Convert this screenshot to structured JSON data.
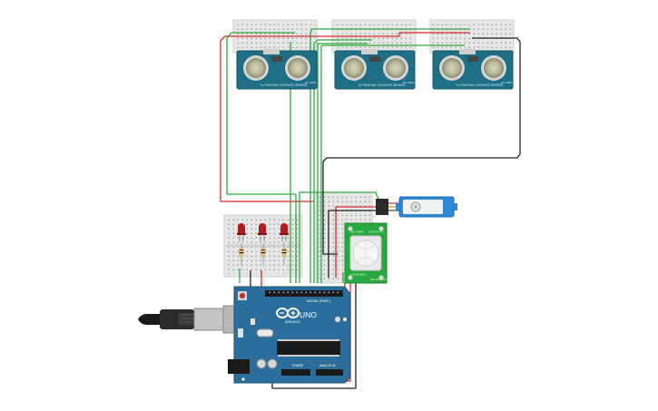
{
  "sensors": [
    {
      "label": "ULTRASONIC DISTANCE SENSOR",
      "module": "HC-SR04"
    },
    {
      "label": "ULTRASONIC DISTANCE SENSOR",
      "module": "HC-SR04"
    },
    {
      "label": "ULTRASONIC DISTANCE SENSOR",
      "module": "HC-SR04"
    }
  ],
  "arduino": {
    "brand": "ARDUINO",
    "model": "UNO",
    "digital_label": "DIGITAL (PWM~)",
    "power_label": "POWER",
    "analog_label": "ANALOG IN"
  },
  "pir": {
    "top_left": "SET TIMER",
    "top_right": "SENSITIVITY",
    "bottom_left": "LOW RANGE",
    "bottom_right": "PIR SENSOR"
  },
  "colors": {
    "board": "#2b6e9c",
    "sensor_pcb": "#1e6f85",
    "pir_pcb": "#2aa840",
    "servo": "#2f88d4",
    "wire_red": "#d42a2a",
    "wire_green": "#2fa83a",
    "wire_black": "#222222",
    "led": "#b01c1c",
    "breadboard": "#e7e7e7"
  }
}
